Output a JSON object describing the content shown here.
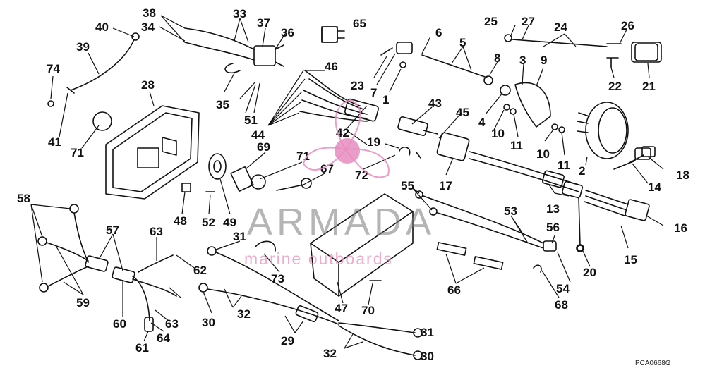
{
  "labels": [
    "1",
    "2",
    "3",
    "4",
    "5",
    "6",
    "7",
    "8",
    "9",
    "10",
    "10",
    "11",
    "11",
    "13",
    "14",
    "15",
    "16",
    "17",
    "18",
    "19",
    "20",
    "21",
    "22",
    "23",
    "24",
    "25",
    "26",
    "27",
    "28",
    "29",
    "30",
    "30",
    "31",
    "31",
    "32",
    "32",
    "33",
    "34",
    "35",
    "36",
    "37",
    "38",
    "39",
    "40",
    "41",
    "42",
    "43",
    "44",
    "45",
    "46",
    "47",
    "48",
    "49",
    "51",
    "52",
    "53",
    "54",
    "55",
    "56",
    "57",
    "58",
    "59",
    "60",
    "61",
    "62",
    "63",
    "63",
    "64",
    "65",
    "66",
    "67",
    "68",
    "69",
    "70",
    "71",
    "71",
    "72",
    "73",
    "74"
  ],
  "watermark": {
    "brand": "ARMADA",
    "tagline": "marine outboards"
  },
  "drawing_code": "PCA0668G",
  "colors": {
    "ink": "#111111",
    "watermark_pink": "#e88cbf",
    "watermark_grey": "#8c8c8c"
  }
}
